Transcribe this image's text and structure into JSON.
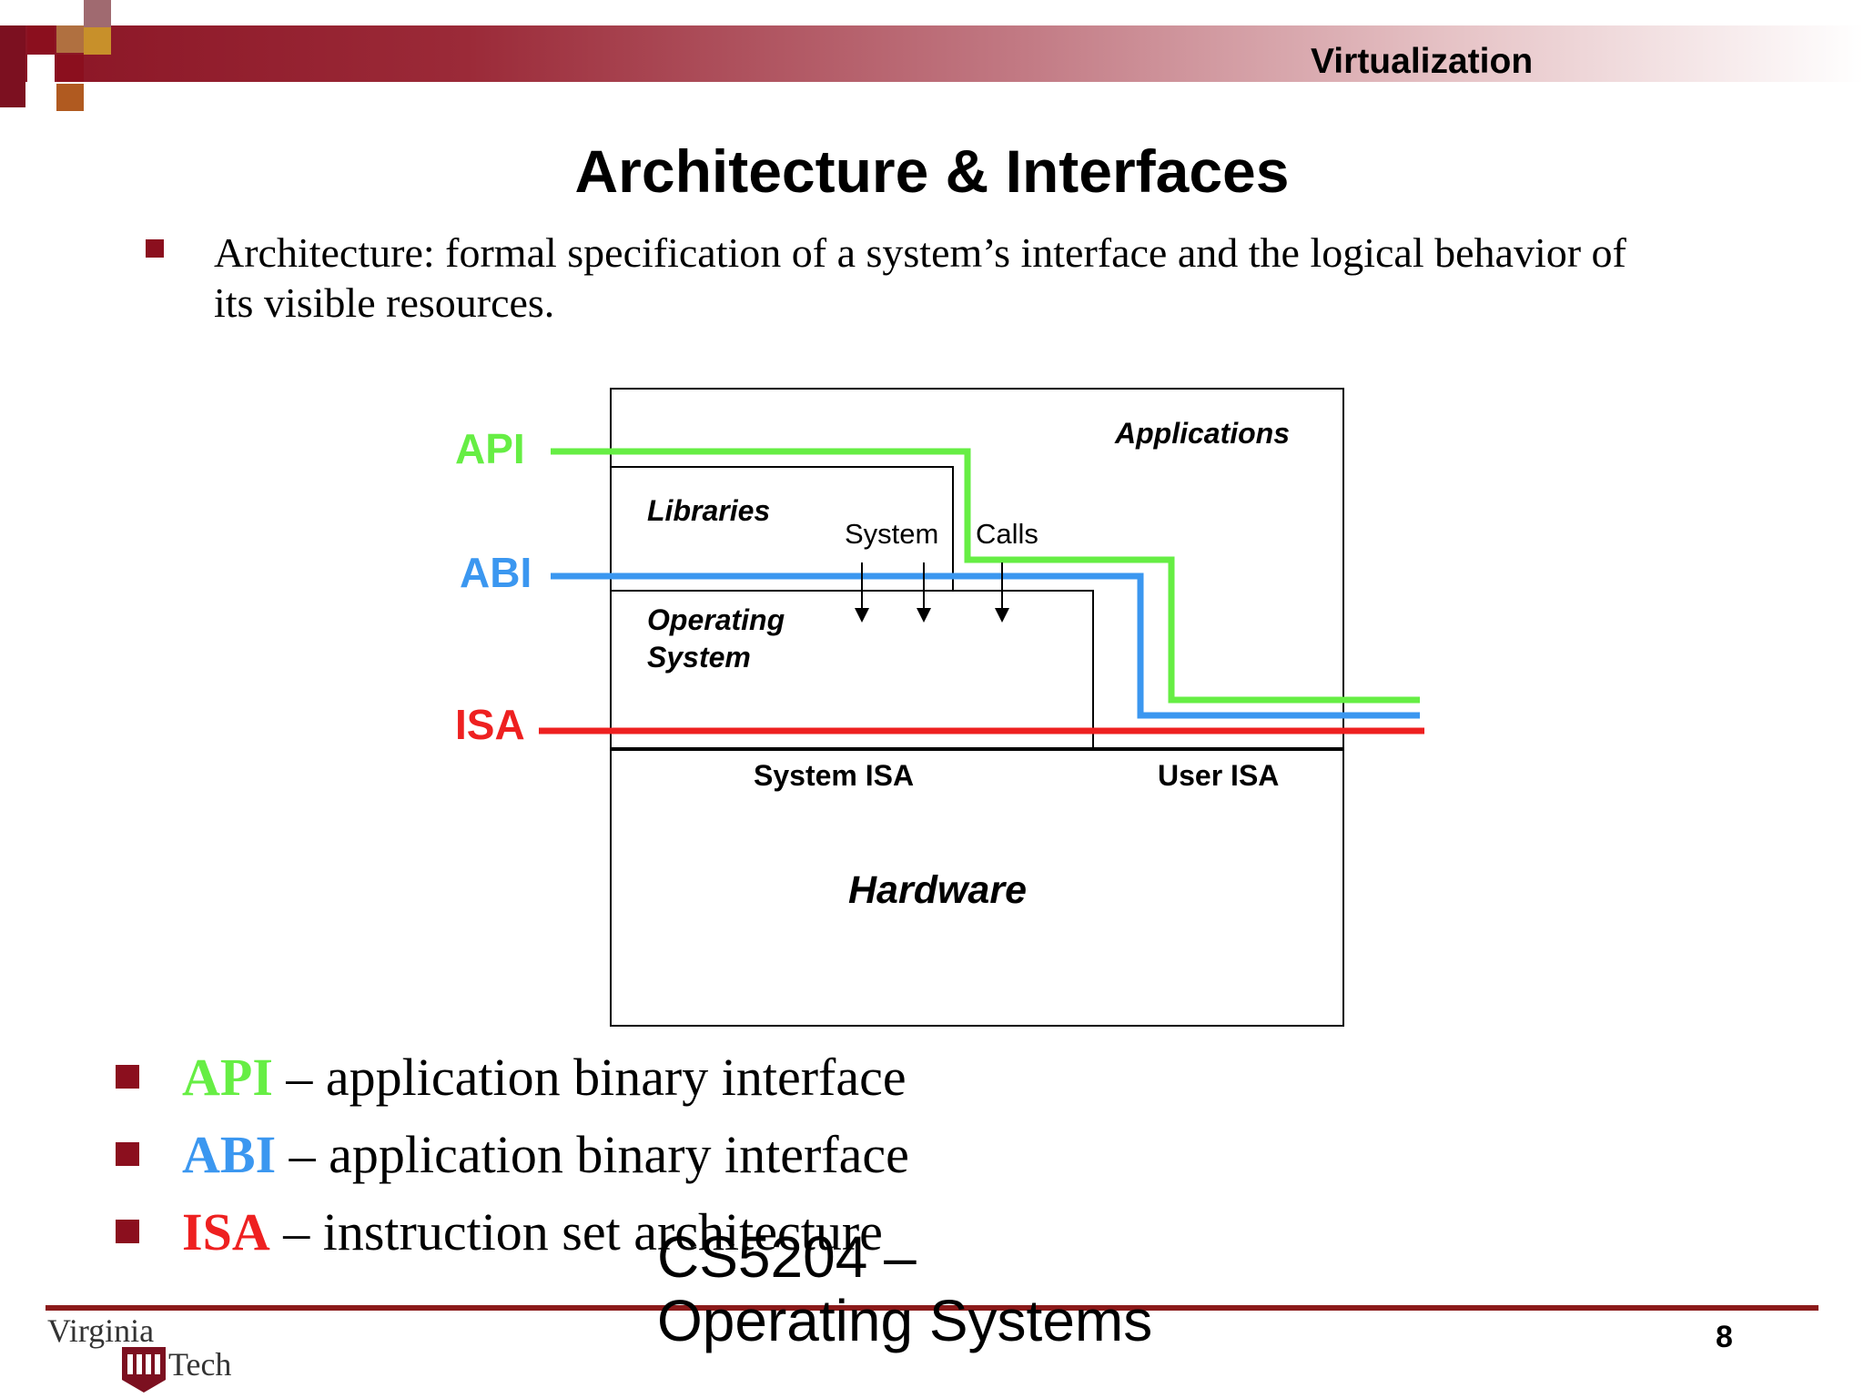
{
  "header": {
    "section_label": "Virtualization"
  },
  "title": "Architecture & Interfaces",
  "intro_bullet": "Architecture: formal specification of a system’s interface and the logical behavior of its visible resources.",
  "diagram": {
    "interfaces": {
      "api": {
        "label": "API",
        "color": "#66ee44"
      },
      "abi": {
        "label": "ABI",
        "color": "#3b97f0"
      },
      "isa": {
        "label": "ISA",
        "color": "#ee2020"
      }
    },
    "layers": {
      "applications": "Applications",
      "libraries": "Libraries",
      "operating_system_line1": "Operating",
      "operating_system_line2": "System",
      "system_isa": "System ISA",
      "user_isa": "User ISA",
      "hardware": "Hardware"
    },
    "system_calls": {
      "word1": "System",
      "word2": "Calls"
    }
  },
  "definitions": [
    {
      "term": "API",
      "text": " – application binary interface",
      "color": "#66ee44"
    },
    {
      "term": "ABI",
      "text": " – application binary interface",
      "color": "#3b97f0"
    },
    {
      "term": "ISA",
      "text": " – instruction set architecture",
      "color": "#ee2020"
    }
  ],
  "footer": {
    "course_line1": "CS5204 –",
    "course_line2": "Operating Systems",
    "page_number": "8",
    "logo_text_top": "Virginia",
    "logo_text_bottom": "Tech",
    "brand_color": "#8b1a1a"
  }
}
